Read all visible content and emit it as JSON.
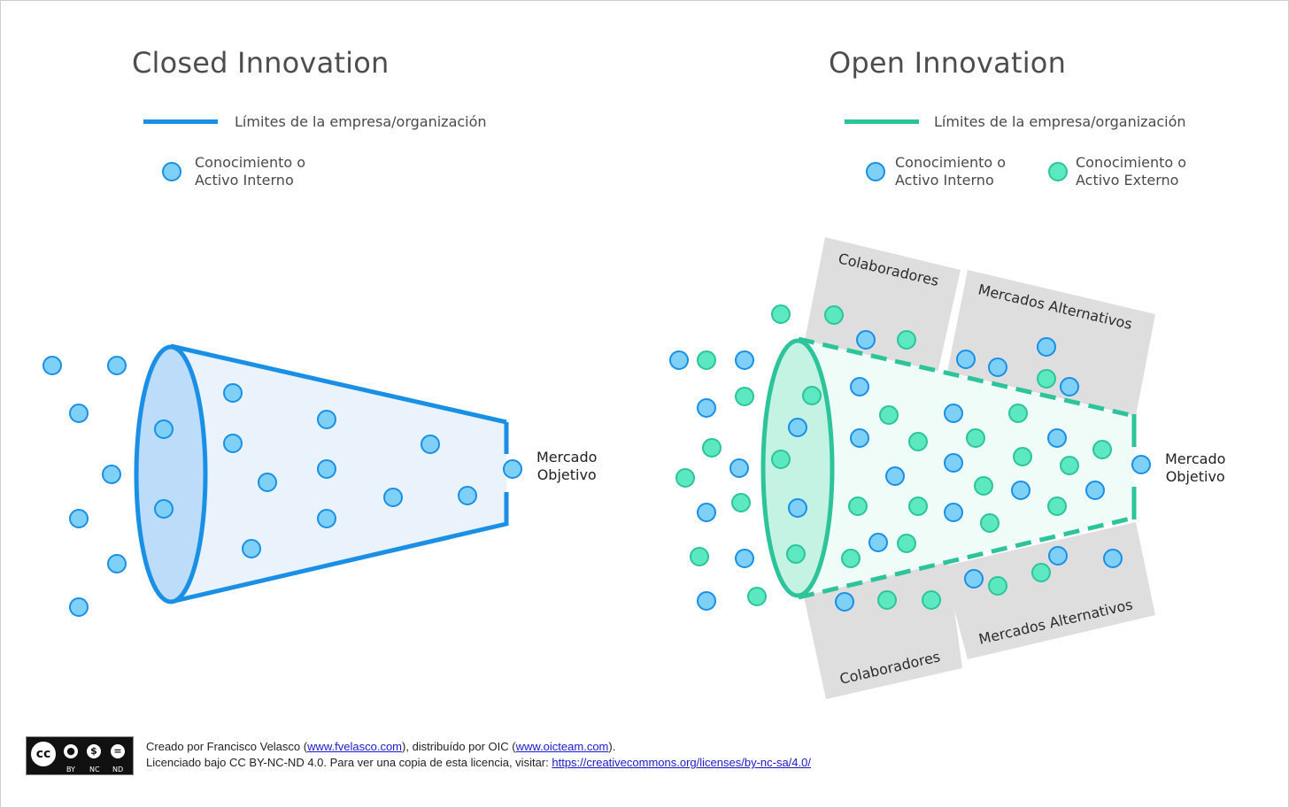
{
  "closed": {
    "title": "Closed Innovation",
    "legend_boundary": "Límites de la empresa/organización",
    "legend_internal_line1": "Conocimiento o",
    "legend_internal_line2": "Activo Interno",
    "market_line1": "Mercado",
    "market_line2": "Objetivo",
    "boundary_color": "#1a8fe6"
  },
  "open": {
    "title": "Open Innovation",
    "legend_boundary": "Límites de la empresa/organización",
    "legend_internal_line1": "Conocimiento o",
    "legend_internal_line2": "Activo Interno",
    "legend_external_line1": "Conocimiento o",
    "legend_external_line2": "Activo Externo",
    "market_line1": "Mercado",
    "market_line2": "Objetivo",
    "boundary_color": "#2ec49b",
    "region_top_left": "Colaboradores",
    "region_top_right": "Mercados Alternativos",
    "region_bottom_left": "Colaboradores",
    "region_bottom_right": "Mercados Alternativos"
  },
  "footer": {
    "line1_pre": "Creado por Francisco Velasco (",
    "line1_link1": "www.fvelasco.com",
    "line1_mid": "), distribuído por OIC (",
    "line1_link2": "www.oicteam.com",
    "line1_post": ").",
    "line2_pre": "Licenciado bajo CC BY-NC-ND 4.0. Para ver una copia de esta licencia, visitar: ",
    "line2_link": "https://creativecommons.org/licenses/by-nc-sa/4.0/",
    "badge_cc": "cc",
    "badge_by": "BY",
    "badge_nc": "NC",
    "badge_nd": "ND"
  },
  "colors": {
    "internal_fill": "#7fd0f7",
    "internal_stroke": "#1a8fe6",
    "external_fill": "#5ce8c0",
    "external_stroke": "#2ec49b",
    "region_fill": "#dedede"
  }
}
